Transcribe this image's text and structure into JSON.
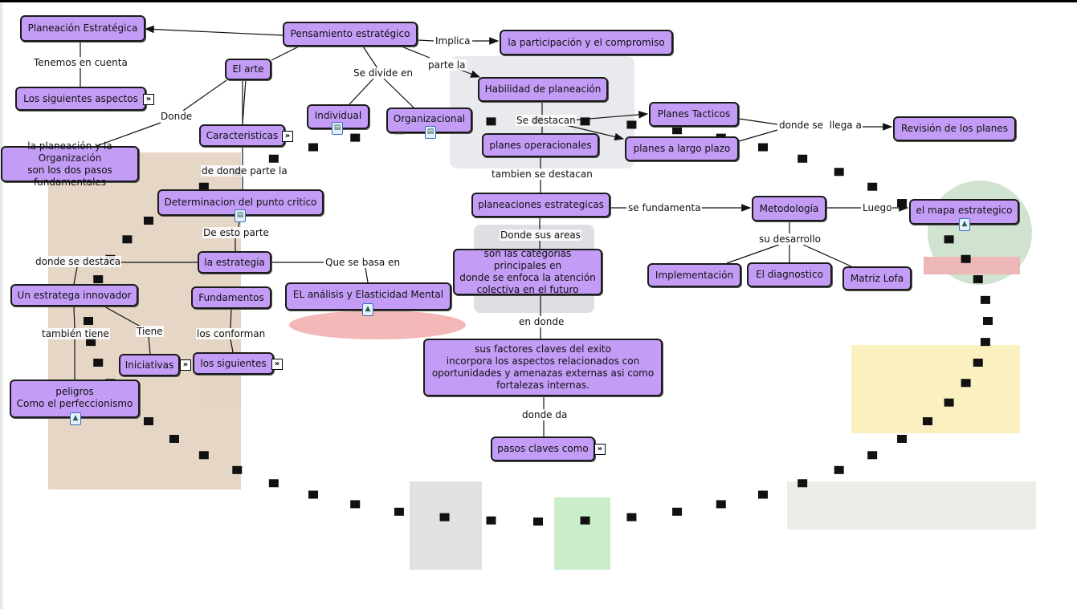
{
  "colors": {
    "node_fill": "#c39cf6",
    "node_border": "#1a1a1a",
    "link": "#111111"
  },
  "nodes": {
    "planeacion": "Planeación Estratégica",
    "pensamiento": "Pensamiento estratégico",
    "participacion": "la participación y el compromiso",
    "aspectos": "Los siguientes aspectos",
    "arte": "El arte",
    "habilidad": "Habilidad de planeación",
    "individual": "Individual",
    "organizacional": "Organizacional",
    "caracteristicas": "Caracteristicas",
    "tacticos": "Planes Tacticos",
    "revision": "Revisión de los planes",
    "operacionales": "planes operacionales",
    "largo_plazo": "planes a largo plazo",
    "planeacion_org": "la planeación y la Organización\nson los dos pasos fundamentales",
    "punto_critico": "Determinacion del punto critico",
    "planeaciones": "planeaciones estrategicas",
    "metodologia": "Metodología",
    "mapa": "el mapa estrategico",
    "estrategia": "la estrategia",
    "categorias": "son las categorias principales en\ndonde se enfoca la atención\ncolectiva en el futuro",
    "implementacion": "Implementación",
    "diagnostico": "El diagnostico",
    "lofa": "Matriz Lofa",
    "estratega": "Un estratega innovador",
    "fundamentos": "Fundamentos",
    "analisis": "EL análisis y Elasticidad Mental",
    "factores": "sus factores claves del exito\nincorpora los aspectos relacionados con\noportunidades y amenazas externas asi como\nfortalezas internas.",
    "iniciativas": "Iniciativas",
    "siguientes": "los siguientes",
    "peligros": "peligros\nComo el perfeccionismo",
    "pasos": "pasos claves como"
  },
  "links": {
    "tenemos": "Tenemos en cuenta",
    "implica": "Implica",
    "parte_la": "parte la",
    "divide": "Se divide en",
    "donde": "Donde",
    "se_destacan": "Se destacan",
    "llega": "donde se  llega a",
    "de_donde": "de donde parte la",
    "tambien_destacan": "tambien se destacan",
    "fundamenta": "se fundamenta",
    "luego": "Luego",
    "de_esto": "De esto parte",
    "donde_areas": "Donde sus areas",
    "desarrollo": "su desarrollo",
    "donde_destaca": "donde se destaca",
    "basa": "Que se basa en",
    "tambien_tiene": "también tiene",
    "tiene": "Tiene",
    "conforman": "los conforman",
    "en_donde": "en donde",
    "donde_da": "donde da"
  },
  "icons": {
    "expand": "expand-submap-icon",
    "document": "document-resource-icon",
    "image": "image-resource-icon"
  }
}
